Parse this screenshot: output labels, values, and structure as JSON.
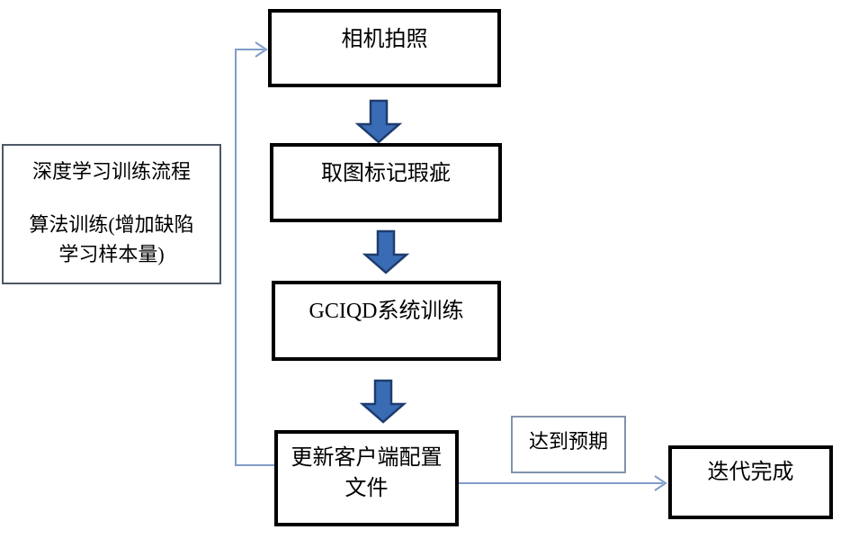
{
  "diagram": {
    "title": "deep-learning-training-flowchart",
    "nodes": {
      "camera": {
        "label": "相机拍照"
      },
      "mark": {
        "label": "取图标记瑕疵"
      },
      "train": {
        "label": "GCIQD系统训练"
      },
      "update": {
        "label_line1": "更新客户端配置",
        "label_line2": "文件"
      },
      "side_note": {
        "line1": "深度学习训练流程",
        "line2": "算法训练(增加缺陷",
        "line3": "学习样本量)"
      },
      "expect": {
        "label": "达到预期"
      },
      "done": {
        "label": "迭代完成"
      }
    },
    "edges": [
      {
        "from": "camera",
        "to": "mark",
        "style": "block-arrow-down"
      },
      {
        "from": "mark",
        "to": "train",
        "style": "block-arrow-down"
      },
      {
        "from": "train",
        "to": "update",
        "style": "block-arrow-down"
      },
      {
        "from": "update",
        "to": "camera",
        "style": "thin-elbow-arrow-feedback"
      },
      {
        "from": "update",
        "to": "done",
        "style": "thin-arrow-right",
        "label": "达到预期"
      }
    ],
    "colors": {
      "background": "#ffffff",
      "box_border": "#000000",
      "side_box_border": "#4d5866",
      "expect_box_border": "#8193ab",
      "block_arrow_fill": "#3a6cb5",
      "block_arrow_stroke": "#1f3c6e",
      "connector_line": "#7f9cc8",
      "text": "#000000"
    }
  }
}
